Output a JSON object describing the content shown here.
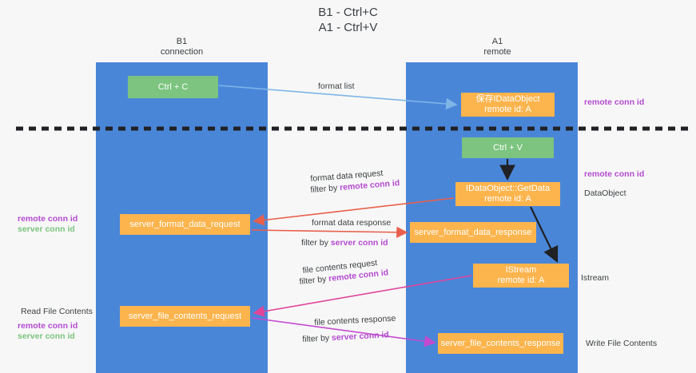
{
  "title": {
    "line1": "B1 - Ctrl+C",
    "line2": "A1 - Ctrl+V"
  },
  "lanes": {
    "b1": {
      "name": "B1",
      "role": "connection"
    },
    "a1": {
      "name": "A1",
      "role": "remote"
    }
  },
  "nodes": {
    "ctrl_c": {
      "label": "Ctrl + C",
      "color": "#7cc47f"
    },
    "idataobject": {
      "line1": "保存IDataObject",
      "line2": "remote id: A",
      "color": "#fcb44d"
    },
    "ctrl_v": {
      "label": "Ctrl + V",
      "color": "#7cc47f"
    },
    "getdata": {
      "line1": "IDataObject::GetData",
      "line2": "remote id: A",
      "color": "#fcb44d"
    },
    "server_format_data_request": {
      "label": "server_format_data_request",
      "color": "#fcb44d"
    },
    "server_format_data_response": {
      "label": "server_format_data_response",
      "color": "#fcb44d"
    },
    "istream": {
      "line1": "IStream",
      "line2": "remote id: A",
      "color": "#fcb44d"
    },
    "server_file_contents_request": {
      "label": "server_file_contents_request",
      "color": "#fcb44d"
    },
    "server_file_contents_response": {
      "label": "server_file_contents_response",
      "color": "#fcb44d"
    }
  },
  "edge_labels": {
    "format_list": "format list",
    "format_data_request": "format data request",
    "filter_by": "filter by ",
    "remote_conn_id": "remote conn id",
    "format_data_response": "format data response",
    "server_conn_id": "server conn id",
    "file_contents_request": "file contents request",
    "file_contents_response": "file contents response"
  },
  "side_labels": {
    "remote_conn_id_1": "remote conn id",
    "remote_conn_id_2": "remote conn id",
    "data_object": "DataObject",
    "istream": "Istream",
    "write_file_contents": "Write File Contents",
    "left_remote_conn_id_1": "remote conn id",
    "left_server_conn_id_1": "server conn id",
    "read_file_contents": "Read File Contents",
    "left_remote_conn_id_2": "remote conn id",
    "left_server_conn_id_2": "server conn id"
  },
  "colors": {
    "lane": "#4a86d8",
    "green_node": "#7cc47f",
    "orange_node": "#fcb44d",
    "purple_text": "#b44ad0",
    "green_text": "#7cc47f",
    "arrow_blue": "#7eb6e8",
    "arrow_red": "#e8604c",
    "arrow_pink": "#e0459b",
    "arrow_magenta": "#c44ad0",
    "arrow_black": "#202124",
    "divider": "#202124",
    "background": "#f7f7f7"
  }
}
